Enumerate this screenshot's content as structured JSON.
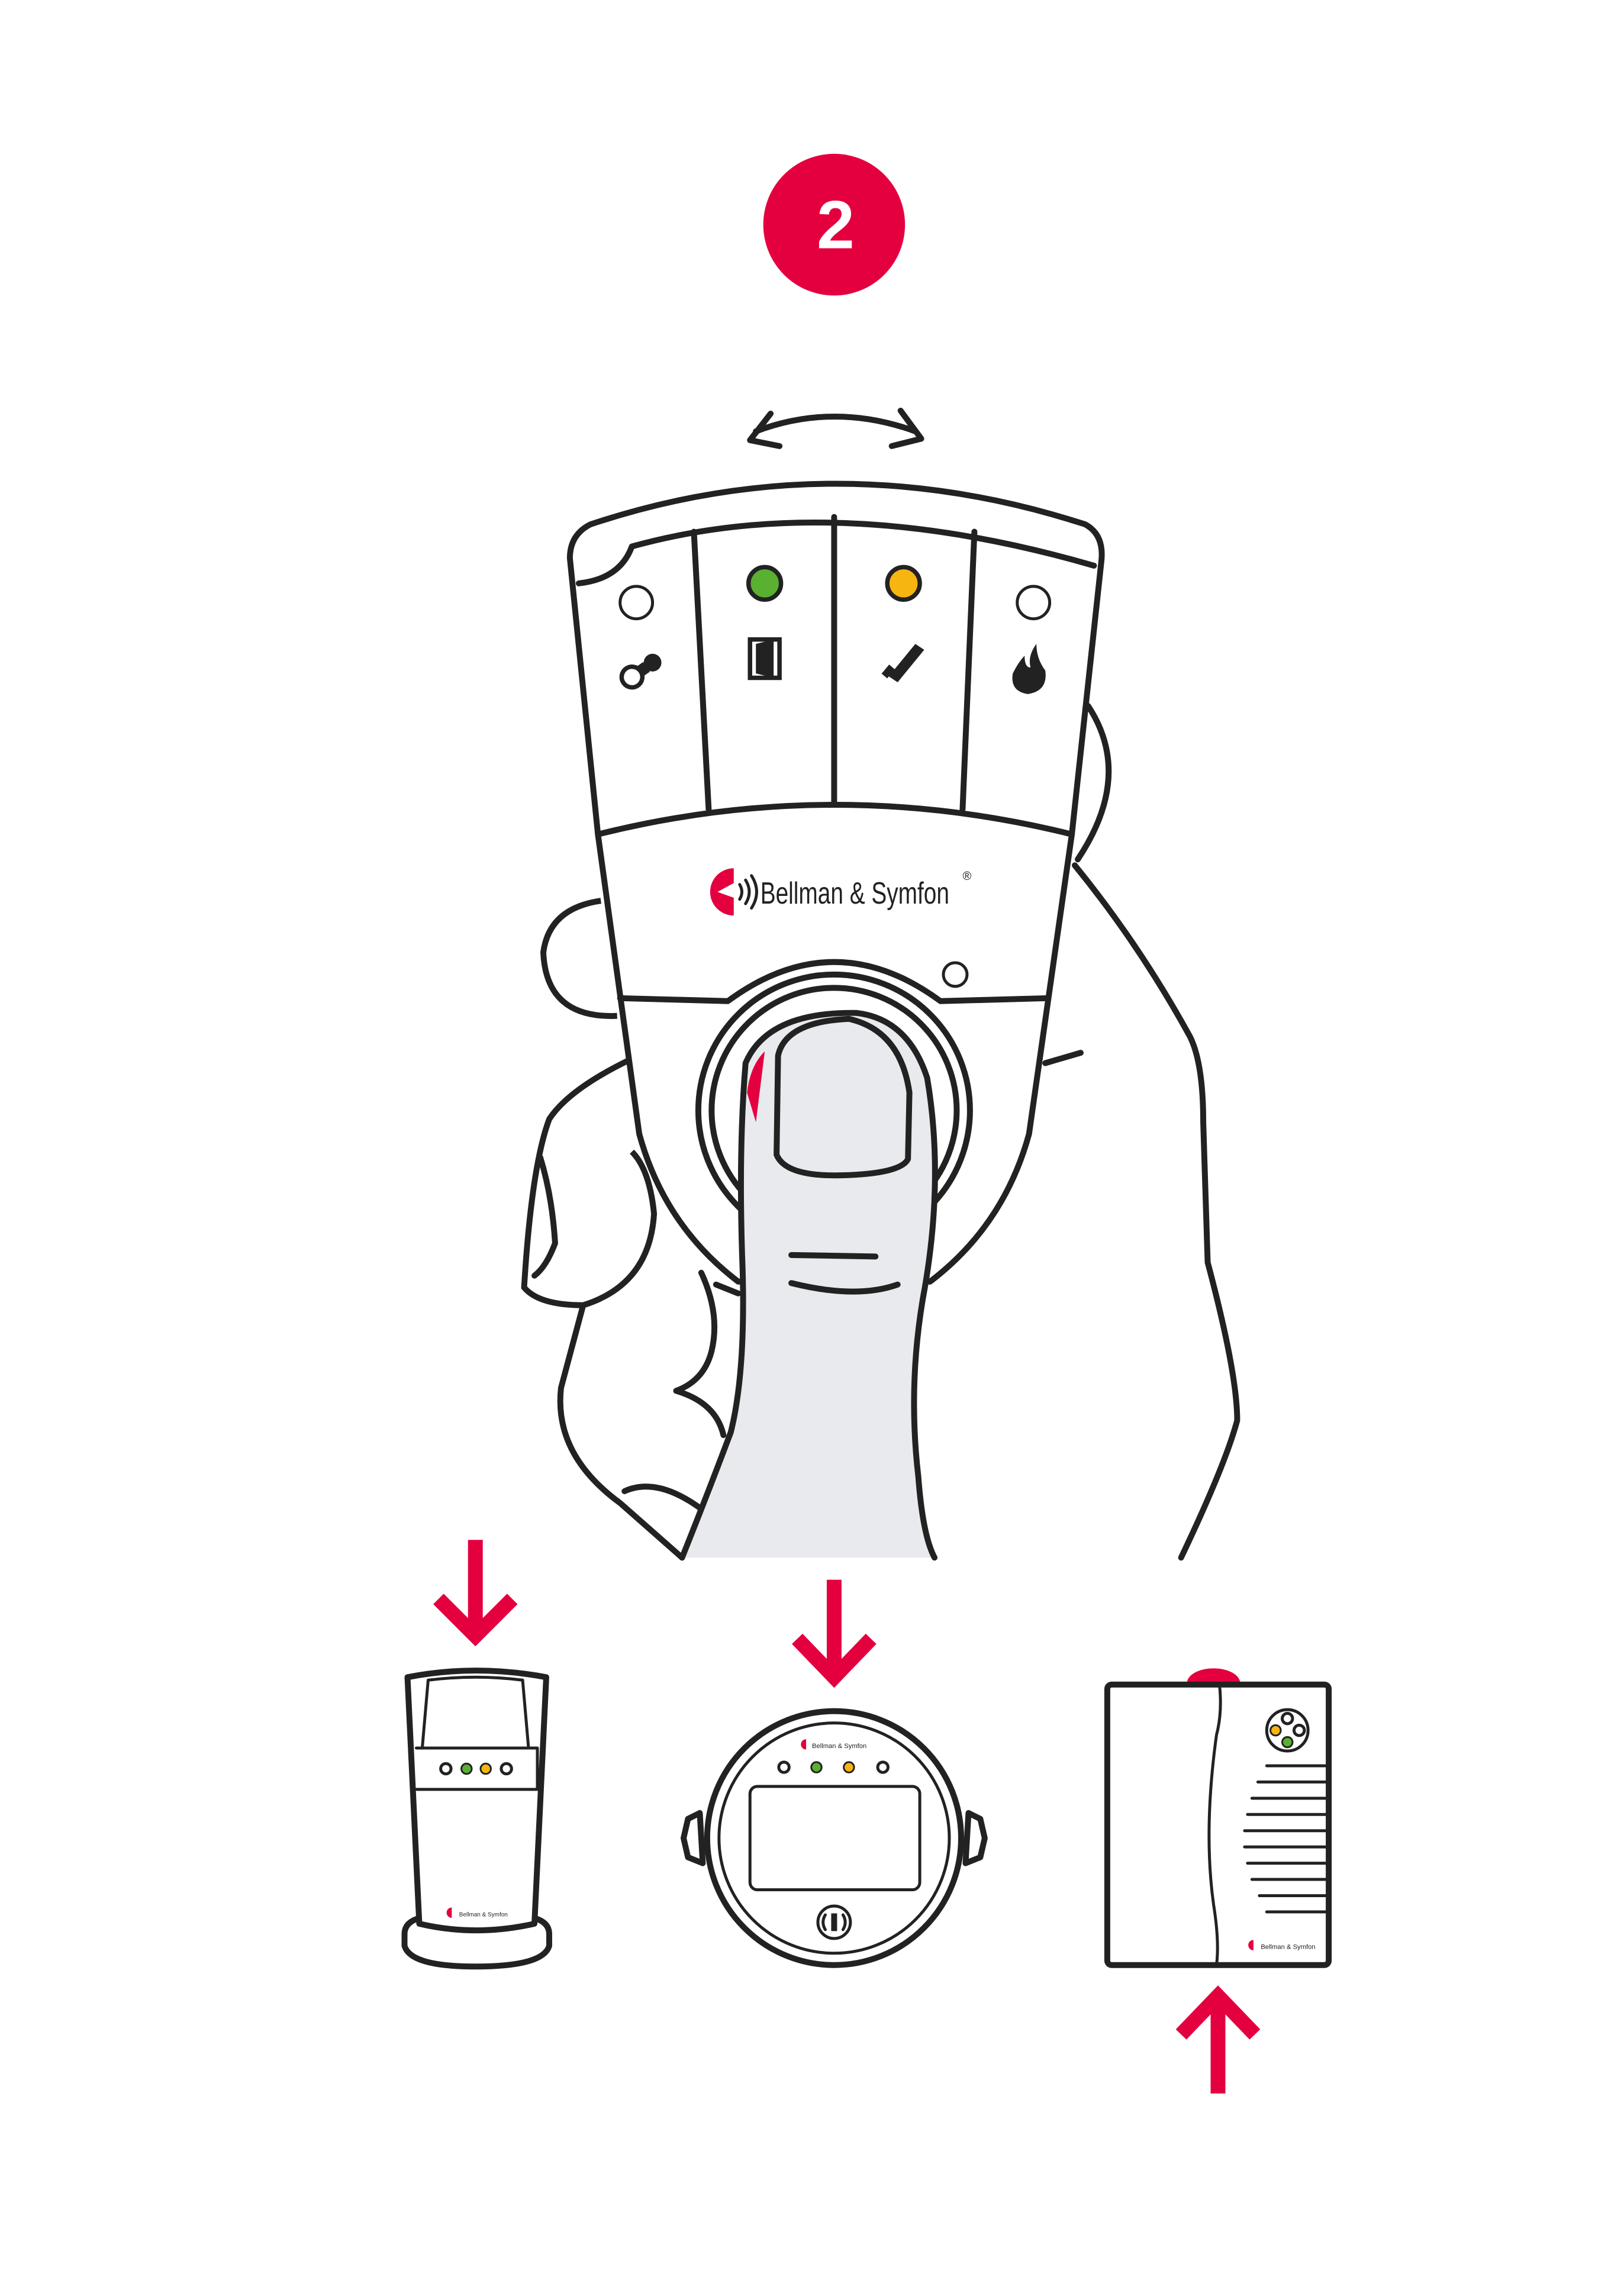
{
  "step": {
    "number": "2"
  },
  "brand": {
    "name": "Bellman & Symfon",
    "registered": "®"
  },
  "receiver": {
    "indicators": [
      {
        "icon": "baby-pacifier-icon",
        "state": "off"
      },
      {
        "icon": "door-icon",
        "state": "on",
        "color": "#5ab031"
      },
      {
        "icon": "phone-icon",
        "state": "on",
        "color": "#f7b512"
      },
      {
        "icon": "fire-icon",
        "state": "off"
      }
    ]
  },
  "colors": {
    "accent": "#e4003f",
    "green": "#5ab031",
    "yellow": "#f7b512",
    "stroke": "#222222",
    "skin": "#e9eaee"
  },
  "devices": [
    {
      "name": "charger-receiver",
      "arrow": "down"
    },
    {
      "name": "round-receiver",
      "arrow": "down"
    },
    {
      "name": "wall-transmitter",
      "arrow": "up"
    }
  ]
}
